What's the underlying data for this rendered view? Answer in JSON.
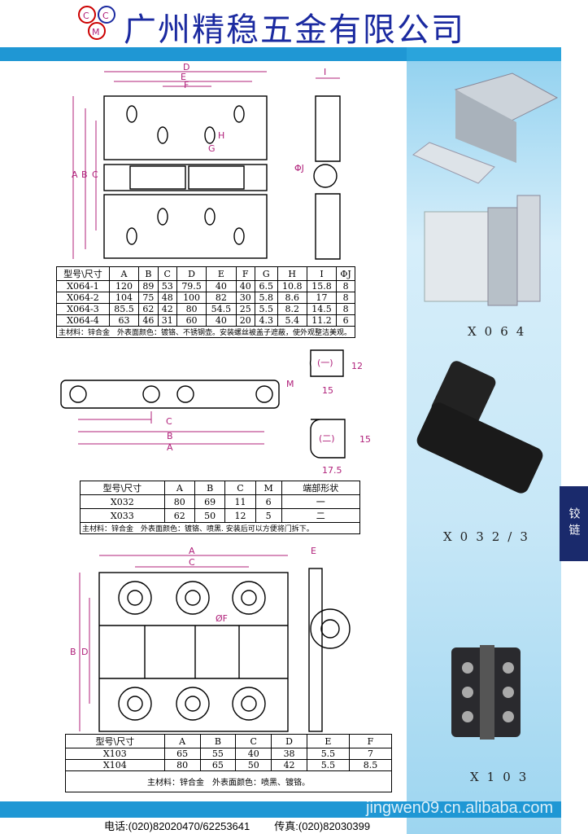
{
  "header": {
    "logo_letters": [
      "C",
      "C",
      "M"
    ],
    "company": "广州精稳五金有限公司"
  },
  "side_tab": "铰链",
  "x064": {
    "headers": [
      "型号\\尺寸",
      "A",
      "B",
      "C",
      "D",
      "E",
      "F",
      "G",
      "H",
      "I",
      "ΦJ"
    ],
    "rows": [
      [
        "X064-1",
        "120",
        "89",
        "53",
        "79.5",
        "40",
        "40",
        "6.5",
        "10.8",
        "15.8",
        "8"
      ],
      [
        "X064-2",
        "104",
        "75",
        "48",
        "100",
        "82",
        "30",
        "5.8",
        "8.6",
        "17",
        "8"
      ],
      [
        "X064-3",
        "85.5",
        "62",
        "42",
        "80",
        "54.5",
        "25",
        "5.5",
        "8.2",
        "14.5",
        "8"
      ],
      [
        "X064-4",
        "63",
        "46",
        "31",
        "60",
        "40",
        "20",
        "4.3",
        "5.4",
        "11.2",
        "6"
      ]
    ],
    "note": "主材料：锌合金　外表面颜色：镀铬、不锈钢壶。安装螺丝被盖子遮蔽，使外观整洁美观。",
    "label": "X064",
    "dims": [
      "D",
      "E",
      "F",
      "H",
      "G",
      "A",
      "B",
      "C",
      "I",
      "ΦJ"
    ]
  },
  "x032": {
    "headers": [
      "型号\\尺寸",
      "A",
      "B",
      "C",
      "M",
      "端部形状"
    ],
    "rows": [
      [
        "X032",
        "80",
        "69",
        "11",
        "6",
        "一"
      ],
      [
        "X033",
        "62",
        "50",
        "12",
        "5",
        "二"
      ]
    ],
    "note": "主材料：锌合金　外表面颜色：镀铬、喷黑. 安装后可以方便将门拆下。",
    "label": "X032/3",
    "end_labels": [
      "(一)",
      "(二)"
    ],
    "end_dims": [
      "12",
      "15",
      "15",
      "17.5"
    ],
    "dims": [
      "M",
      "C",
      "B",
      "A"
    ]
  },
  "x103": {
    "headers": [
      "型号\\尺寸",
      "A",
      "B",
      "C",
      "D",
      "E",
      "F"
    ],
    "rows": [
      [
        "X103",
        "65",
        "55",
        "40",
        "38",
        "5.5",
        "7"
      ],
      [
        "X104",
        "80",
        "65",
        "50",
        "42",
        "5.5",
        "8.5"
      ]
    ],
    "note": "主材料：锌合金　外表面颜色：喷黑、镀铬。",
    "label": "X103",
    "dims": [
      "A",
      "C",
      "E",
      "ØF",
      "B",
      "D"
    ]
  },
  "footer": {
    "phone": "电话:(020)82020470/62253641",
    "fax": "传真:(020)82030399",
    "watermark": "jingwen09.cn.alibaba.com"
  },
  "colors": {
    "blue": "#1f97d4",
    "navy": "#1a2a6c",
    "title": "#1b2aa0",
    "dim": "#b0207a"
  }
}
